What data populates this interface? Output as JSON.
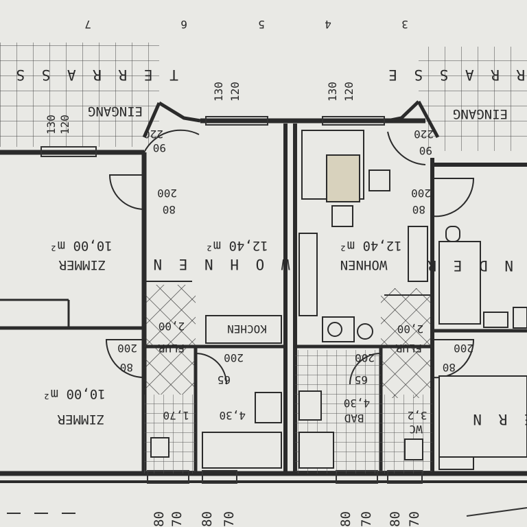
{
  "column_numbers": [
    "7",
    "6",
    "5",
    "4",
    "3"
  ],
  "left_unit": {
    "terrace": "T E R R A S S E",
    "entrance": "EINGANG",
    "window_top": {
      "a": "130",
      "b": "120"
    },
    "entrance_dims": {
      "a": "220",
      "b": "90"
    },
    "living": {
      "name": "W O H N E N",
      "area": "12,40 m²"
    },
    "kitchen": "KOCHEN",
    "room1": {
      "name": "ZIMMER",
      "area": "10,00 m²"
    },
    "room2": {
      "name": "ZIMMER",
      "area": "10,00 m²"
    },
    "hall": {
      "name": "FLUR",
      "area": "2,00"
    },
    "bath_area": "4,30",
    "wc_area": "1,70",
    "door_200_80": {
      "a": "200",
      "b": "80"
    },
    "door_hall_80": {
      "a": "200",
      "b": "80"
    },
    "door_bath": {
      "a": "200",
      "b": "65"
    }
  },
  "right_unit": {
    "terrace": "T E R R A S S E",
    "entrance": "EINGANG",
    "window_top": {
      "a": "130",
      "b": "120"
    },
    "entrance_dims": {
      "a": "220",
      "b": "90"
    },
    "living": {
      "name": "WOHNEN",
      "area": "12,40 m²"
    },
    "hall": {
      "name": "FLUR",
      "area": "2,00"
    },
    "bath": {
      "name": "BAD",
      "area": "4,30"
    },
    "wc": {
      "name": "WC",
      "area": "3,2"
    },
    "kids": "K I N D E R",
    "kids2": "E R N",
    "door_200_80": {
      "a": "200",
      "b": "80"
    },
    "door_hall": {
      "a": "200",
      "b": "80"
    },
    "door_bath": {
      "a": "200",
      "b": "65"
    }
  },
  "bottom_dims": [
    "80",
    "70",
    "80",
    "70",
    "80",
    "70",
    "80",
    "70"
  ]
}
